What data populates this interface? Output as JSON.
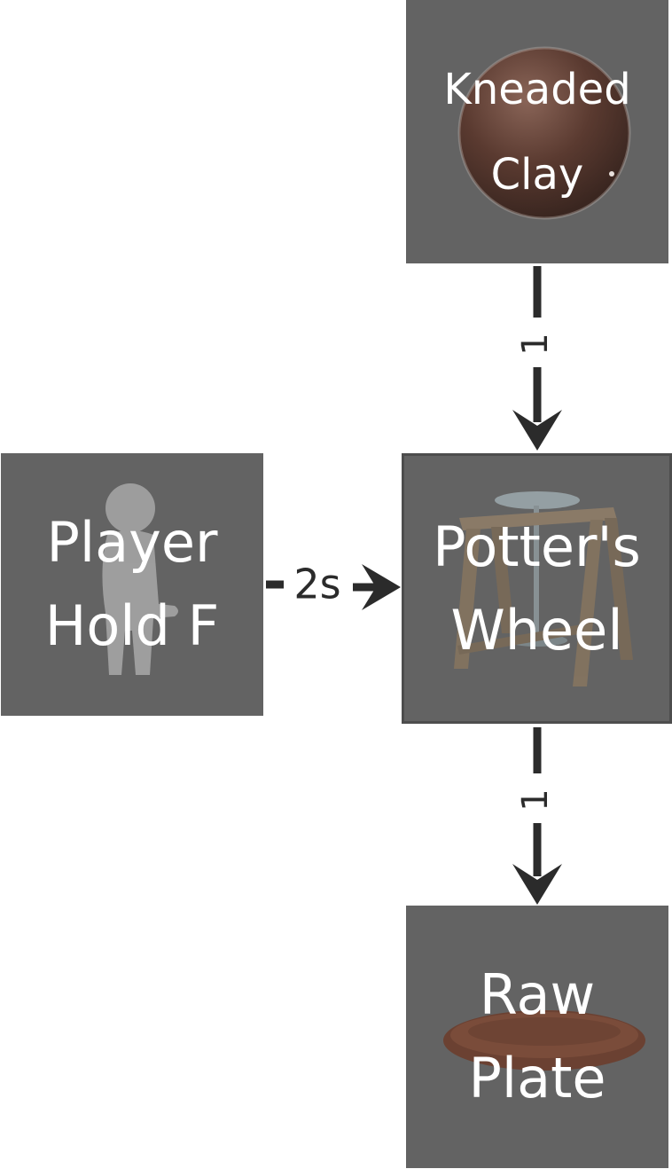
{
  "nodes": {
    "kneaded_clay": {
      "line1": "Kneaded",
      "line2": "Clay",
      "icon": "clay-sphere-icon"
    },
    "player_hold": {
      "line1": "Player",
      "line2": "Hold F",
      "icon": "player-figure-icon"
    },
    "potters_wheel": {
      "line1": "Potter's",
      "line2": "Wheel",
      "icon": "potters-wheel-icon"
    },
    "raw_plate": {
      "line1": "Raw",
      "line2": "Plate",
      "icon": "clay-plate-icon"
    }
  },
  "edges": {
    "clay_to_wheel": {
      "label": "1"
    },
    "player_to_wheel": {
      "label": "2s"
    },
    "wheel_to_plate": {
      "label": "1"
    }
  },
  "colors": {
    "node_fill": "#636363",
    "edge": "#2b2b2b",
    "text": "#ffffff"
  }
}
